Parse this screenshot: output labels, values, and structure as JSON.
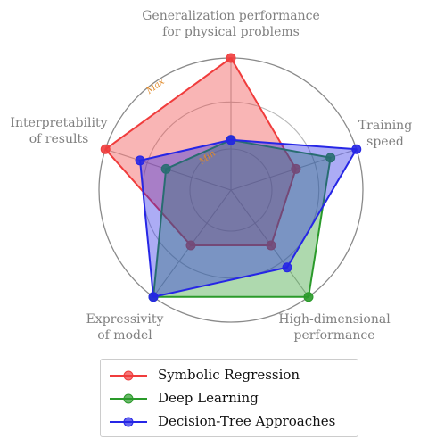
{
  "chart_data": {
    "type": "radar",
    "axes": [
      {
        "label_lines": [
          "Generalization performance",
          "for physical problems"
        ]
      },
      {
        "label_lines": [
          "Training",
          "speed"
        ]
      },
      {
        "label_lines": [
          "High-dimensional",
          "performance"
        ]
      },
      {
        "label_lines": [
          "Expressivity",
          "of model"
        ]
      },
      {
        "label_lines": [
          "Interpretability",
          "of results"
        ]
      }
    ],
    "scale_labels": {
      "min": "Min",
      "max": "Max"
    },
    "range": [
      0,
      1
    ],
    "series": [
      {
        "name": "Symbolic Regression",
        "color": "#f03c3c",
        "values": [
          1.0,
          0.3,
          0.3,
          0.3,
          1.0
        ]
      },
      {
        "name": "Deep Learning",
        "color": "#2a9a2a",
        "values": [
          0.1,
          0.7,
          1.0,
          1.0,
          0.3
        ]
      },
      {
        "name": "Decision-Tree Approaches",
        "color": "#2626e6",
        "values": [
          0.1,
          1.0,
          0.6,
          1.0,
          0.6
        ]
      }
    ]
  }
}
